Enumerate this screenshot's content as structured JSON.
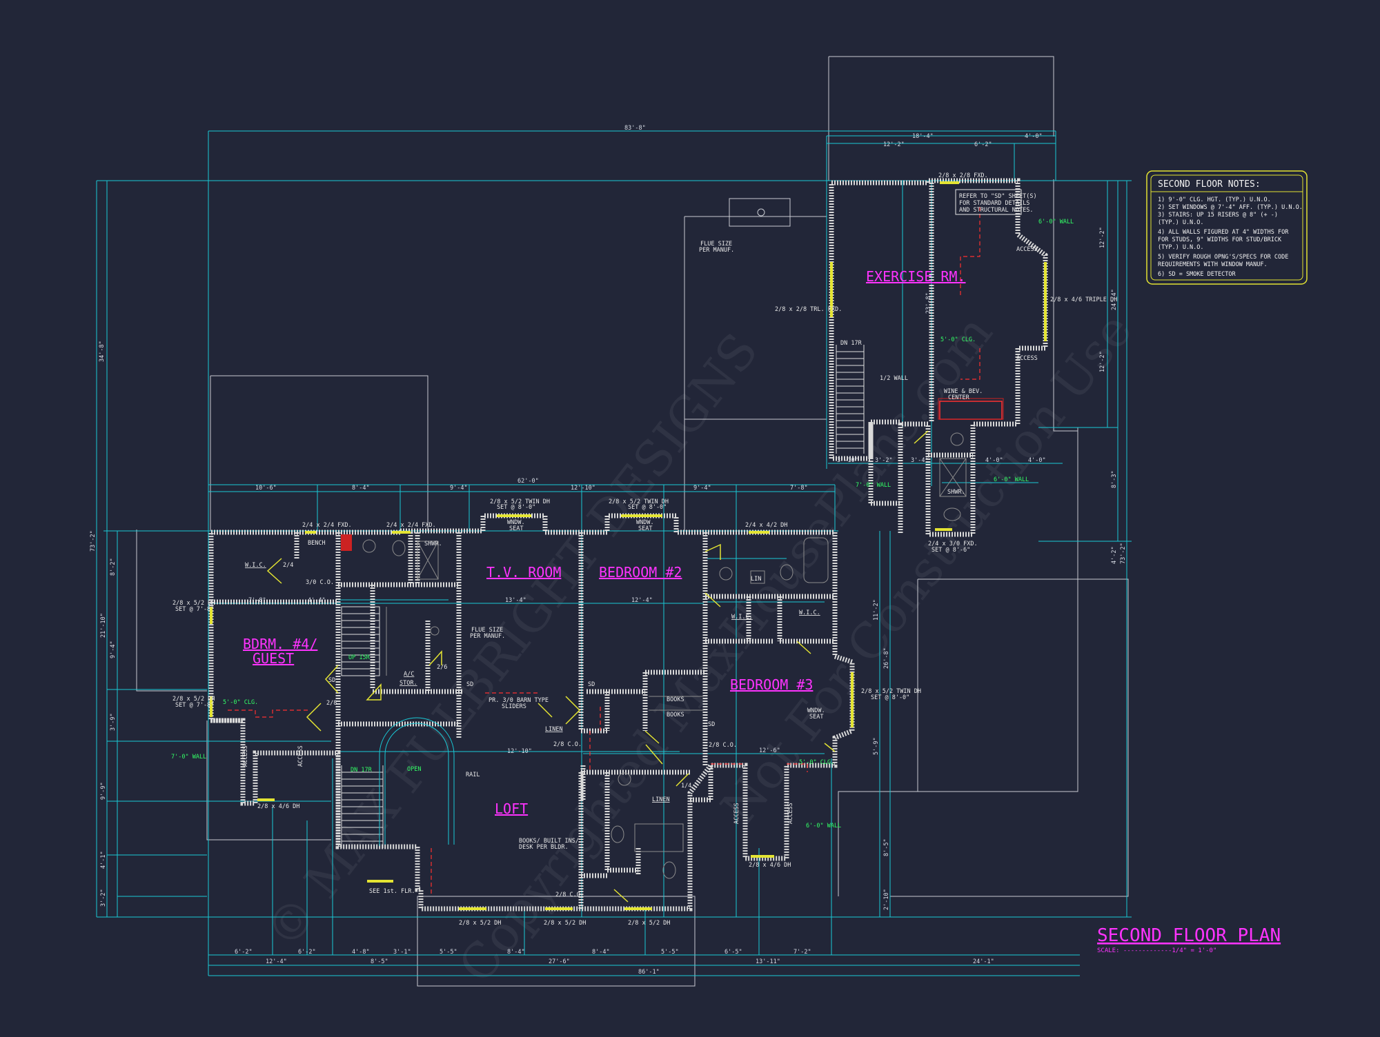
{
  "title": "SECOND FLOOR PLAN",
  "scale": "SCALE: -------------1/4\" = 1'-0\"",
  "notes": {
    "heading": "SECOND FLOOR NOTES:",
    "lines": [
      "1) 9'-0\" CLG. HGT. (TYP.) U.N.O.",
      "2) SET WINDOWS @ 7'-4\" AFF. (TYP.) U.N.O.",
      "3) STAIRS: UP 15 RISERS @ 8\" (+ -)",
      "   (TYP.) U.N.O.",
      "4) ALL WALLS FIGURED AT 4\" WIDTHS FOR",
      "   FOR STUDS, 9\" WIDTHS FOR STUD/BRICK",
      "   (TYP.) U.N.O.",
      "5) VERIFY ROUGH OPNG'S/SPECS FOR CODE",
      "   REQUIREMENTS WITH WINDOW MANUF.",
      "6) SD = SMOKE DETECTOR"
    ]
  },
  "rooms": {
    "exercise": "EXERCISE RM.",
    "tv": "T.V. ROOM",
    "bed2": "BEDROOM #2",
    "bed3": "BEDROOM #3",
    "bed4a": "BDRM. #4/",
    "bed4b": "GUEST",
    "loft": "LOFT",
    "wic1": "W.I.C.",
    "wic2": "W.I.C.",
    "wic3": "W.I.C.",
    "ac": "A/C",
    "stor": "STOR.",
    "linen1": "LINEN",
    "linen2": "LINEN",
    "lin": "LIN"
  },
  "refer_note": [
    "REFER TO \"SD\" SHEET(S)",
    "FOR STANDARD DETAILS",
    "AND STRUCTURAL NOTES."
  ],
  "labels": {
    "win_top_ex": "2/8 x 2/8 FXD.",
    "win_ex_left": "2/8 x 2/8 TRL. FXD.",
    "win_ex_right": "2/8 x 4/6 TRIPLE DH",
    "flue1a": "FLUE SIZE",
    "flue1b": "PER MANUF.",
    "flue2a": "FLUE SIZE",
    "flue2b": "PER MANUF.",
    "access1": "ACCESS",
    "access2": "ACCESS",
    "access3": "ACCESS",
    "access4": "ACCESS",
    "access5": "ACCESS",
    "access6": "ACCESS",
    "halfwall": "1/2 WALL",
    "dn_ex": "DN 17R",
    "wine1": "WINE & BEV.",
    "wine2": "CENTER",
    "shwr1": "SHWR.",
    "shwr2": "SHWR.",
    "win_2_4_a": "2/4 x 2/4 FXD.",
    "win_2_4_b": "2/4 x 2/4 FXD.",
    "bench": "BENCH",
    "win_twin1a": "2/8 x 5/2 TWIN DH",
    "win_twin1b": "SET @ 8'-0\"",
    "win_twin2a": "2/8 x 5/2 TWIN DH",
    "win_twin2b": "SET @ 8'-0\"",
    "winseat1a": "WNDW.",
    "winseat1b": "SEAT",
    "winseat2a": "WNDW.",
    "winseat2b": "SEAT",
    "winseat3a": "WNDW.",
    "winseat3b": "SEAT",
    "win_2_4_42": "2/4 x 4/2 DH",
    "win_b4_1a": "2/8 x 5/2 DH",
    "win_b4_1b": "SET @ 7'-8\"",
    "win_b4_2a": "2/8 x 5/2 DH",
    "win_b4_2b": "SET @ 7'-8\"",
    "win_b3a": "2/8 x 5/2 TWIN DH",
    "win_b3b": "SET @ 8'-0\"",
    "co1": "3/0 C.O.",
    "co2": "2/8 C.O.",
    "co3": "2/8 C.O.",
    "co4": "2/8 C.O.",
    "barn1": "PR. 3/0 BARN TYPE",
    "barn2": "SLIDERS",
    "books1": "BOOKS",
    "books2": "BOOKS",
    "bookbuilt1": "BOOKS/ BUILT INS/",
    "bookbuilt2": "DESK PER BLDR.",
    "rail": "RAIL",
    "open": "OPEN",
    "dn_loft": "DN 17R",
    "up_loft": "UP 15R",
    "clg1": "5'-0\" CLG.",
    "clg2": "5'-0\" CLG.",
    "clg3": "5'-0\" CLG.",
    "wall1": "6'-0\" WALL",
    "wall2": "7'-0\" WALL",
    "wall3": "7'-0\" WALL",
    "wall4": "6'-0\" WALL",
    "wall5": "6'-0\" WALL",
    "win_b4dh": "2/8 x 4/6 DH",
    "win_b3dh": "2/8 x 4/6 DH",
    "win_bath": "2/4 x 3/0 FXD.",
    "win_bath2": "SET @ 8'-6\"",
    "see1st": "SEE 1st. FLR.",
    "win_s1": "2/8 x 5/2 DH",
    "win_s2": "2/8 x 5/2 DH",
    "win_s3": "2/8 x 5/2 DH",
    "sd1": "SD",
    "sd2": "SD",
    "sd3": "SD",
    "sd4": "SD",
    "door_24": "2/4",
    "door_26": "2/6",
    "door_28": "2/8",
    "door_14": "1/4"
  },
  "dims": {
    "top_overall": "83'-8\"",
    "ex_total": "18'-4\"",
    "ex_a": "12'-2\"",
    "ex_b": "6'-2\"",
    "ex_c": "4'-0\"",
    "main_total": "62'-0\"",
    "m1": "10'-6\"",
    "m2": "8'-4\"",
    "m3": "9'-4\"",
    "m4": "12'-10\"",
    "m5": "9'-4\"",
    "m6": "7'-8\"",
    "left_overall": "34'-8\"",
    "left_main": "73'-2\"",
    "right_a": "12'-2\"",
    "right_b": "12'-2\"",
    "right_c": "24'-4\"",
    "right_d": "8'-3\"",
    "right_e": "4'-2\"",
    "right_f": "73'-2\"",
    "b1": "6'-2\"",
    "b2": "6'-2\"",
    "b3": "4'-8\"",
    "b4": "3'-1\"",
    "b5": "5'-5\"",
    "b6": "8'-4\"",
    "b7": "8'-4\"",
    "b8": "5'-5\"",
    "b9": "6'-5\"",
    "b10": "7'-2\"",
    "c1": "12'-4\"",
    "c2": "8'-5\"",
    "c3": "27'-6\"",
    "c4": "13'-11\"",
    "c5": "24'-1\"",
    "bottom_overall": "86'-1\"",
    "ex_bot_1": "3'-10\"",
    "ex_bot_2": "3'-2\"",
    "ex_bot_3": "3'-4\"",
    "ex_bot_4": "4'-0\"",
    "ex_bot_5": "4'-0\"",
    "ex_side": "23'-8\"",
    "tv_w": "13'-4\"",
    "bed2_w": "12'-4\"",
    "loft_w": "12'-10\"",
    "bed3_w": "12'-6\"",
    "l1": "7'-8\"",
    "l2": "4'-4\"",
    "l3": "8'-2\"",
    "l4": "21'-10\"",
    "l5": "9'-4\"",
    "l6": "3'-9\"",
    "l7": "9'-9\"",
    "l8": "4'-1\"",
    "l9": "3'-2\"",
    "r1": "11'-2\"",
    "r2": "26'-8\"",
    "r3": "5'-9\"",
    "r4": "8'-5\"",
    "r5": "2'-10\""
  },
  "watermarks": [
    "© MAX FULBRIGHT DESIGNS",
    "Copyrighted MaxHousePlans.com",
    "Not For Construction Use"
  ],
  "colors": {
    "background": "#222638",
    "dimension": "#19c9d6",
    "room_label": "#ff33ff",
    "window": "#e4e432",
    "note_green": "#33ff66",
    "hidden_red": "#ff3030",
    "wall": "#d9d9d9"
  }
}
